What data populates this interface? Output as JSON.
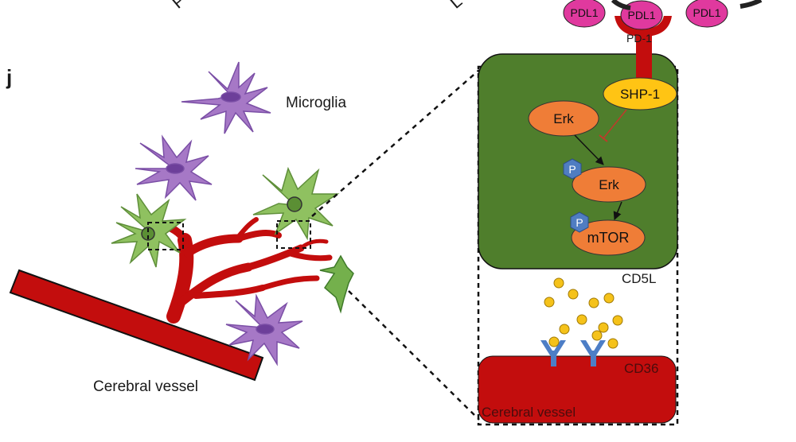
{
  "panel_letter": "j",
  "top_cut_labels": [
    "Po",
    "L"
  ],
  "labels": {
    "microglia": "Microglia",
    "cerebral_vessel": "Cerebral vessel",
    "pd1": "PD-1",
    "shp1": "SHP-1",
    "erk": "Erk",
    "p_erk": "Erk",
    "mtor": "mTOR",
    "phospho": "P",
    "phospho_2": "P",
    "cd5l": "CD5L",
    "cd36": "CD36",
    "vessel_zoom": "Cerebral vessel"
  },
  "pdl1_labels": [
    "PDL1",
    "PDL1",
    "PDL1"
  ],
  "colors": {
    "vessel_red": "#c30d0d",
    "microglia_green": "#8fc160",
    "microglia_purple": "#a678c6",
    "cell_dark_green": "#4f7e2c",
    "erk_orange": "#ef7d37",
    "shp1_yellow": "#ffc414",
    "pdl1_pink": "#e0399e",
    "phospho_blue": "#4f7dc2",
    "cd5l_gold": "#f5c21a",
    "receptor_blue": "#4d7ec6"
  }
}
